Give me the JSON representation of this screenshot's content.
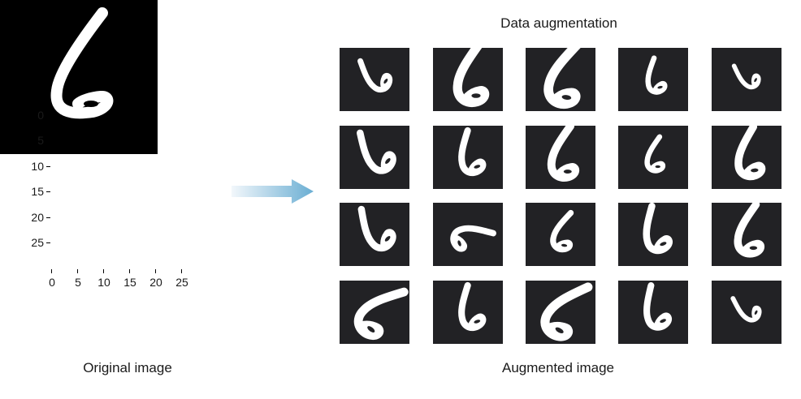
{
  "original": {
    "caption": "Original image",
    "yticks": [
      "0",
      "5",
      "10",
      "15",
      "20",
      "25"
    ],
    "xticks": [
      "0",
      "5",
      "10",
      "15",
      "20",
      "25"
    ]
  },
  "augmented": {
    "title": "Data augmentation",
    "caption": "Augmented image",
    "grid_rows": 4,
    "grid_cols": 5
  },
  "colors": {
    "original_background": "#000000",
    "thumbnail_background": "#222225",
    "stroke": "#ffffff",
    "arrow_start": "#f2f7fb",
    "arrow_end": "#6aaed3"
  }
}
